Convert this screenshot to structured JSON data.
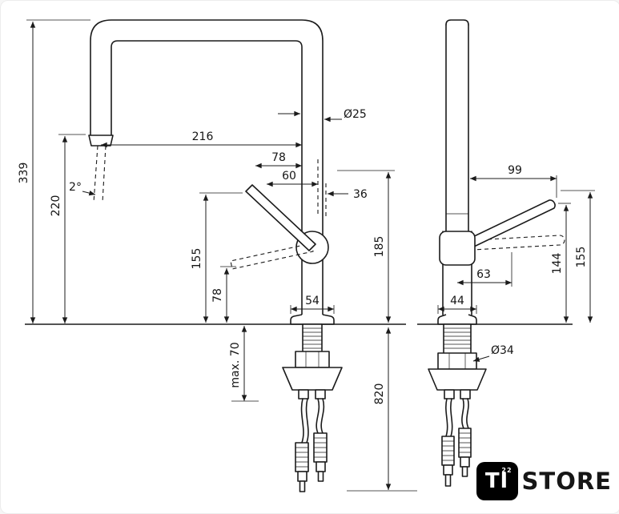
{
  "drawing": {
    "front": {
      "total_height": "339",
      "spout_height": "220",
      "spout_reach": "216",
      "dim_78_top": "78",
      "dim_60": "60",
      "dim_36": "36",
      "spout_diameter": "Ø25",
      "spout_angle": "2°",
      "handle_height": "155",
      "handle_drop": "78",
      "base_width": "54",
      "body_height": "185",
      "max_counter_thickness": "max. 70",
      "hose_length": "820"
    },
    "side": {
      "handle_reach": "99",
      "pivot_height": "144",
      "handle_height": "155",
      "handle_projection": "63",
      "base_depth": "44",
      "shank_diameter": "Ø34"
    }
  },
  "logo": {
    "mark": "TI",
    "mark_sup": "22",
    "name": "STORE"
  }
}
